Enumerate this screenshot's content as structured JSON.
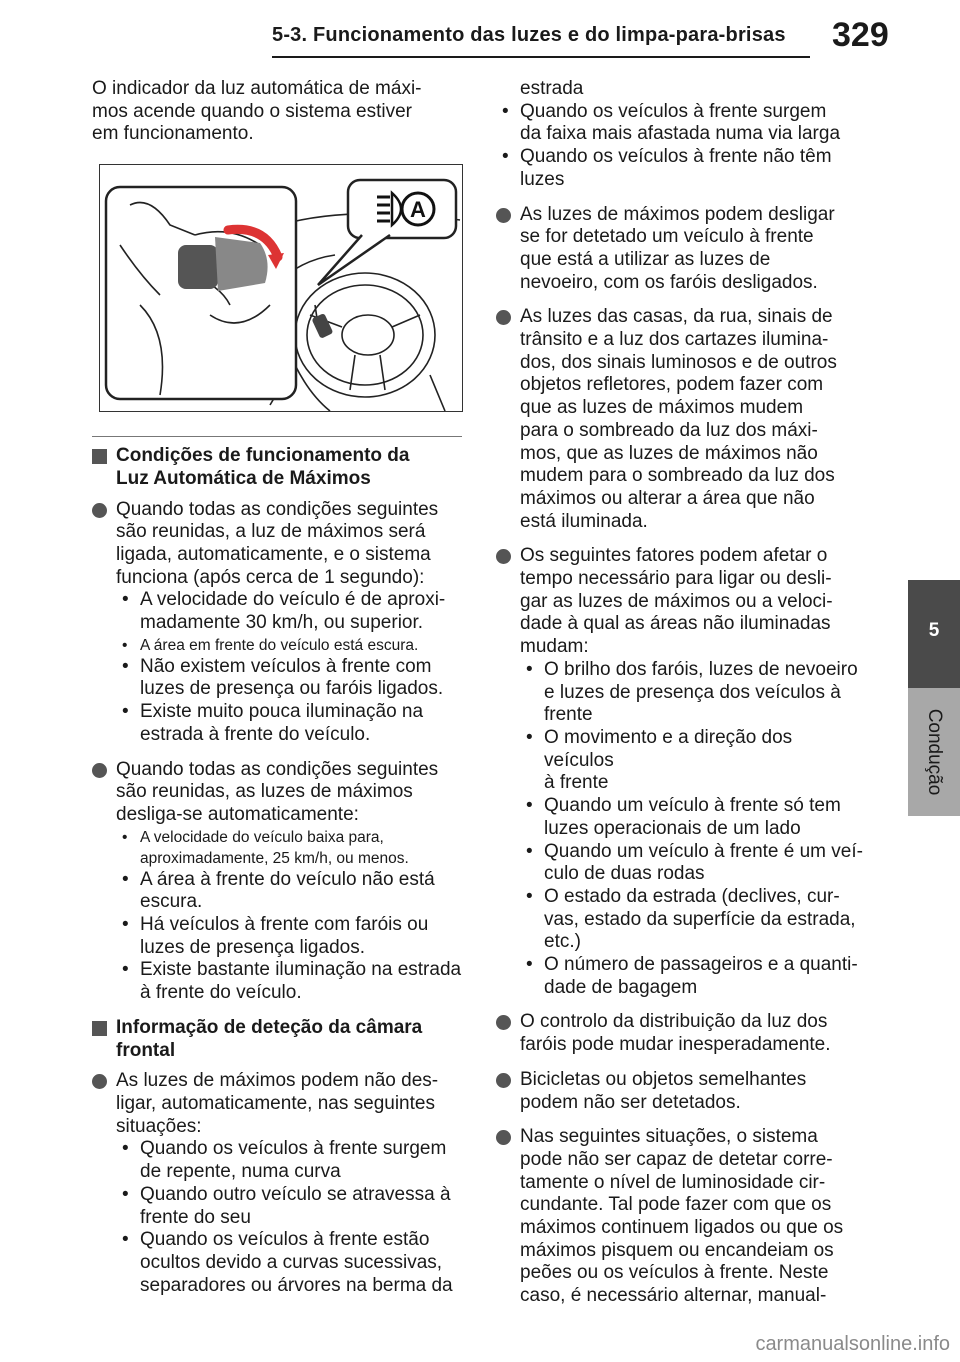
{
  "header": {
    "section_title": "5-3. Funcionamento das luzes e do limpa-para-brisas",
    "page_number": "329"
  },
  "side_tab": {
    "chapter_number": "5",
    "chapter_label": "Condução"
  },
  "left_column": {
    "intro": [
      "O indicador da luz automática de máxi-",
      "mos acende quando o sistema estiver",
      "em funcionamento."
    ],
    "figure_icon_letter": "A",
    "section1": {
      "heading": [
        "Condições de funcionamento da",
        "Luz Automática de Máximos"
      ],
      "bullet1": {
        "text": [
          "Quando todas as condições seguintes",
          "são reunidas, a luz de máximos será",
          "ligada, automaticamente, e o sistema",
          "funciona (após cerca de 1 segundo):"
        ],
        "items": [
          [
            "A velocidade do veículo é de aproxi-",
            "madamente 30 km/h, ou superior."
          ],
          [
            "A área em frente do veículo está escura."
          ],
          [
            "Não existem veículos à frente com",
            "luzes de presença ou faróis ligados."
          ],
          [
            "Existe muito pouca iluminação na",
            "estrada à frente do veículo."
          ]
        ]
      },
      "bullet2": {
        "text": [
          "Quando todas as condições seguintes",
          "são reunidas, as luzes de máximos",
          "desliga-se automaticamente:"
        ],
        "items": [
          [
            "A velocidade do veículo baixa para,",
            "aproximadamente, 25 km/h, ou menos."
          ],
          [
            "A área à frente do veículo não está",
            "escura."
          ],
          [
            "Há veículos à frente com faróis ou",
            "luzes de presença ligados."
          ],
          [
            "Existe bastante iluminação na estrada",
            "à frente do veículo."
          ]
        ]
      }
    },
    "section2": {
      "heading": [
        "Informação de deteção da câmara",
        "frontal"
      ],
      "bullet1": {
        "text": [
          "As luzes de máximos podem não des-",
          "ligar, automaticamente, nas seguintes",
          "situações:"
        ],
        "items": [
          [
            "Quando os veículos à frente surgem",
            "de repente, numa curva"
          ],
          [
            "Quando outro veículo se atravessa à",
            "frente do seu"
          ],
          [
            "Quando os veículos à frente estão",
            "ocultos devido a curvas sucessivas,",
            "separadores ou árvores na berma da"
          ]
        ]
      }
    }
  },
  "right_column": {
    "continuation": [
      "estrada"
    ],
    "items_cont": [
      [
        "Quando os veículos à frente surgem",
        "da faixa mais afastada numa via larga"
      ],
      [
        "Quando os veículos à frente não têm",
        "luzes"
      ]
    ],
    "bullet_a": [
      "As luzes de máximos podem desligar",
      "se for detetado um veículo à frente",
      "que está a utilizar as luzes de",
      "nevoeiro, com os faróis desligados."
    ],
    "bullet_b": [
      "As luzes das casas, da rua, sinais de",
      "trânsito e a luz dos cartazes ilumina-",
      "dos, dos sinais luminosos e de outros",
      "objetos refletores, podem fazer com",
      "que as luzes de máximos mudem",
      "para o sombreado da luz dos máxi-",
      "mos, que as luzes de máximos não",
      "mudem para o sombreado da luz dos",
      "máximos ou alterar a área que não",
      "está iluminada."
    ],
    "bullet_c": {
      "text": [
        "Os seguintes fatores podem afetar o",
        "tempo necessário para ligar ou desli-",
        "gar as luzes de máximos ou a veloci-",
        "dade à qual as áreas não iluminadas",
        "mudam:"
      ],
      "items": [
        [
          "O brilho dos faróis, luzes de nevoeiro",
          "e luzes de presença dos veículos à",
          "frente"
        ],
        [
          "O movimento e a direção dos veículos",
          "à frente"
        ],
        [
          "Quando um veículo à frente só tem",
          "luzes operacionais de um lado"
        ],
        [
          "Quando um veículo à frente é um veí-",
          "culo de duas rodas"
        ],
        [
          "O estado da estrada (declives, cur-",
          "vas, estado da superfície da estrada,",
          "etc.)"
        ],
        [
          "O número de passageiros e a quanti-",
          "dade de bagagem"
        ]
      ]
    },
    "bullet_d": [
      "O controlo da distribuição da luz dos",
      "faróis pode mudar inesperadamente."
    ],
    "bullet_e": [
      "Bicicletas ou objetos semelhantes",
      "podem não ser detetados."
    ],
    "bullet_f": [
      "Nas seguintes situações, o sistema",
      "pode não ser capaz de detetar corre-",
      "tamente o nível de luminosidade cir-",
      "cundante. Tal pode fazer com que os",
      "máximos continuem ligados ou que os",
      "máximos pisquem ou encandeiam os",
      "peões ou os veículos à frente. Neste",
      "caso, é necessário alternar, manual-"
    ]
  },
  "watermark": "carmanualsonline.info"
}
